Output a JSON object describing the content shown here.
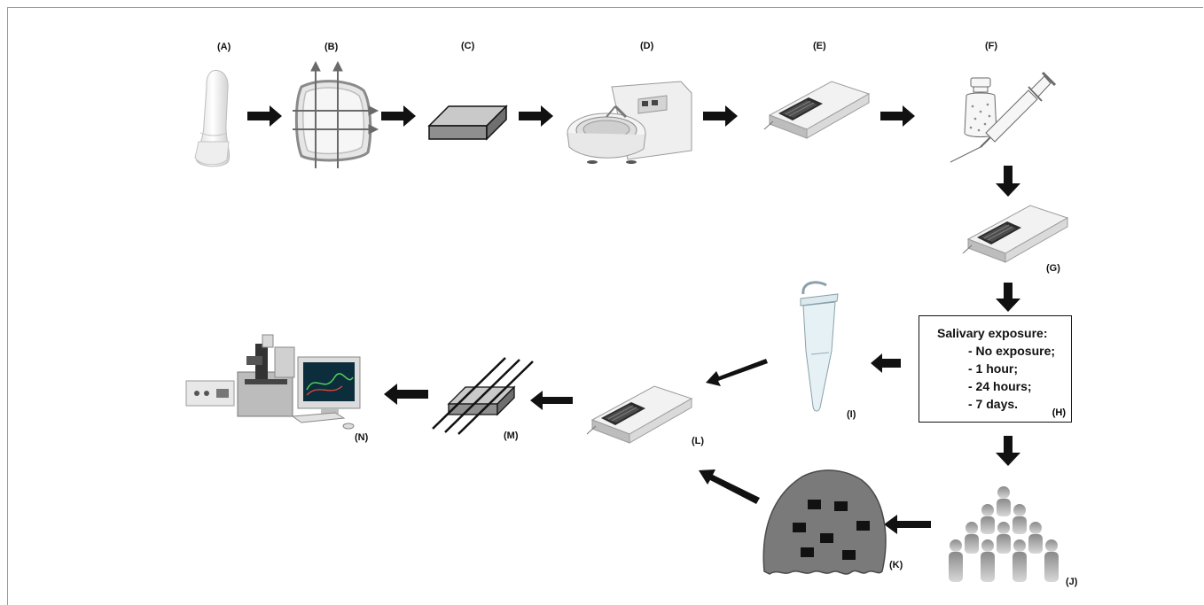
{
  "labels": {
    "a": "(A)",
    "b": "(B)",
    "c": "(C)",
    "d": "(D)",
    "e": "(E)",
    "f": "(F)",
    "g": "(G)",
    "h": "(H)",
    "i": "(I)",
    "j": "(J)",
    "k": "(K)",
    "l": "(L)",
    "m": "(M)",
    "n": "(N)"
  },
  "salivary_box": {
    "title": "Salivary exposure:",
    "items": [
      "- No exposure;",
      "- 1 hour;",
      "- 24 hours;",
      "- 7 days."
    ]
  },
  "colors": {
    "arrow": "#111111",
    "specimen_fill": "#8f8f8f",
    "gray_figure": "#7a7a7a"
  }
}
